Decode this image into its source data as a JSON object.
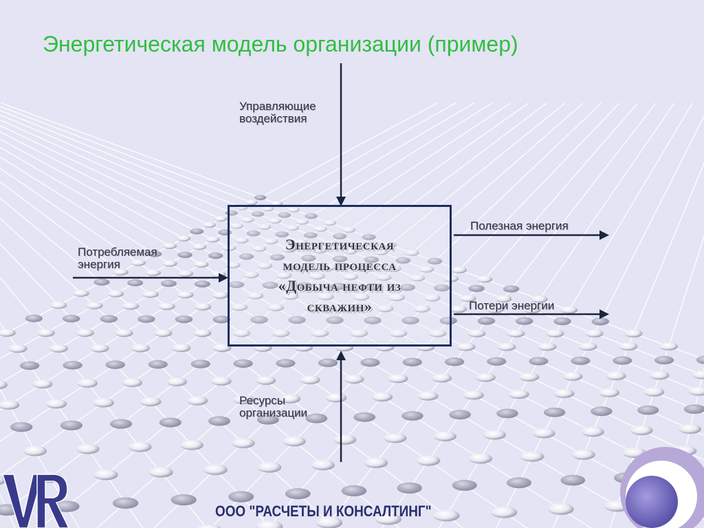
{
  "title": "Энергетическая модель организации (пример)",
  "process": {
    "line1": "Энергетическая",
    "line2": "модель процесса",
    "line3": "«Добыча нефти из",
    "line4": "скважин»"
  },
  "labels": {
    "control": [
      "Управляющие",
      "воздействия"
    ],
    "input": [
      "Потребляемая",
      "энергия"
    ],
    "output_useful": "Полезная энергия",
    "output_loss": "Потери энергии",
    "resources": [
      "Ресурсы",
      "организации"
    ]
  },
  "footer": "ООО \"РАСЧЕТЫ И КОНСАЛТИНГ\"",
  "logo": {
    "text": "VR",
    "icon": "vr-logo"
  },
  "colors": {
    "background": "#e4e4f4",
    "title": "#2fbf3f",
    "box_border": "#1b2f5c",
    "arrow": "#1b2540",
    "footer": "#2a2f6c",
    "ring": "#b7a8d8",
    "orb": "#7d74c8"
  }
}
